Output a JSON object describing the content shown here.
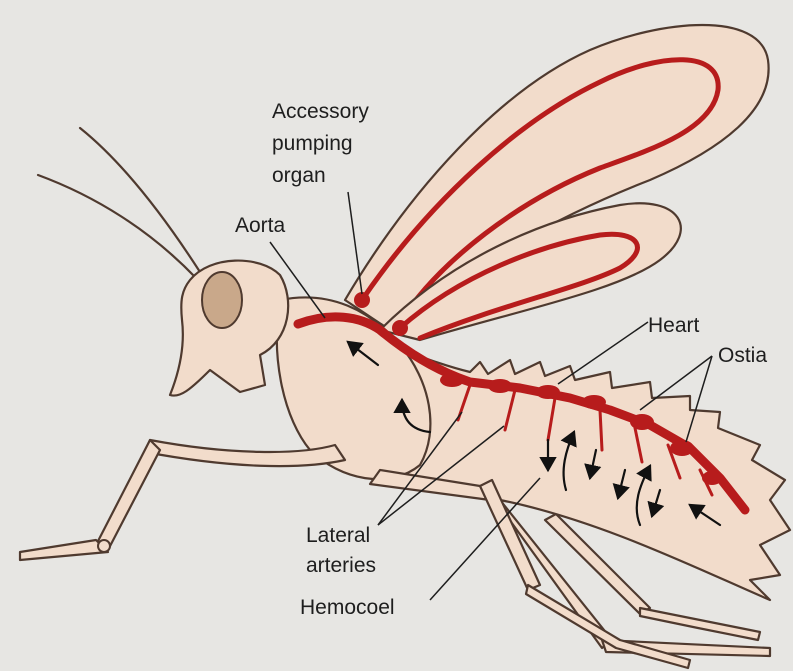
{
  "labels": {
    "accessory_line1": "Accessory",
    "accessory_line2": "pumping",
    "accessory_line3": "organ",
    "aorta": "Aorta",
    "heart": "Heart",
    "ostia": "Ostia",
    "lateral_line1": "Lateral",
    "lateral_line2": "arteries",
    "hemocoel": "Hemocoel"
  },
  "colors": {
    "background": "#e7e6e3",
    "body": "#f2dccb",
    "outline": "#4f3a2f",
    "vessel": "#b71c1c",
    "eye": "#c9a88a",
    "text": "#1e1e1e"
  }
}
